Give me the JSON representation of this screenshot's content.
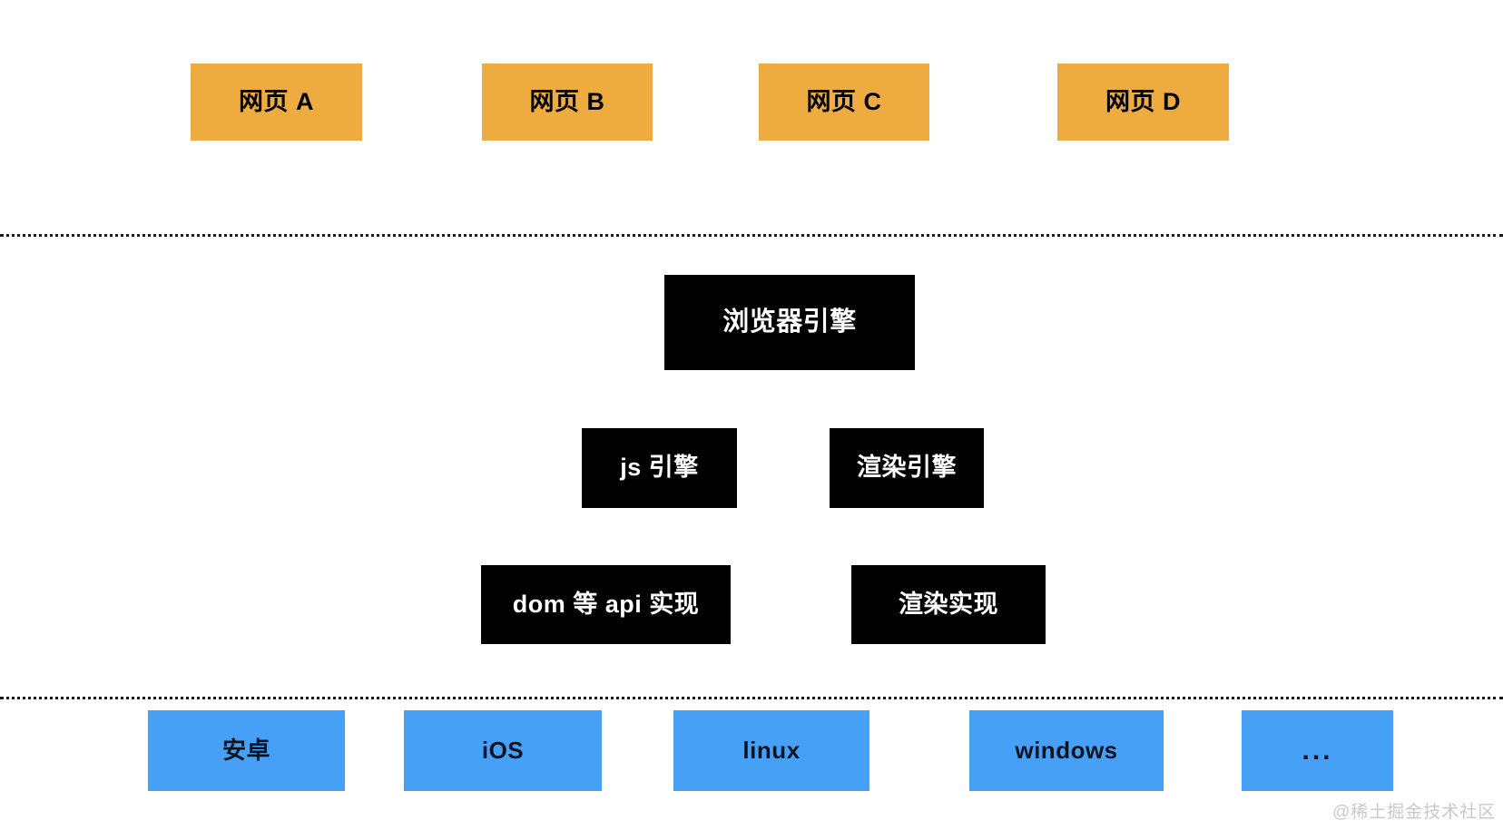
{
  "diagram": {
    "title": "browser-architecture-layers",
    "colors": {
      "web_page": "#eeab3f",
      "engine": "#000000",
      "os": "#46a0f5",
      "divider": "#1a1a1a",
      "background": "#ffffff",
      "watermark": "#c9c9c9"
    },
    "layers": {
      "web_pages": {
        "boxes": [
          {
            "label": "网页 A"
          },
          {
            "label": "网页 B"
          },
          {
            "label": "网页 C"
          },
          {
            "label": "网页 D"
          }
        ]
      },
      "browser": {
        "root": {
          "label": "浏览器引擎"
        },
        "engines": [
          {
            "label": "js 引擎"
          },
          {
            "label": "渲染引擎"
          }
        ],
        "implementations": [
          {
            "label": "dom 等 api 实现"
          },
          {
            "label": "渲染实现"
          }
        ]
      },
      "operating_systems": {
        "boxes": [
          {
            "label": "安卓"
          },
          {
            "label": "iOS"
          },
          {
            "label": "linux"
          },
          {
            "label": "windows"
          },
          {
            "label": "..."
          }
        ]
      }
    },
    "watermark": "@稀土掘金技术社区"
  }
}
